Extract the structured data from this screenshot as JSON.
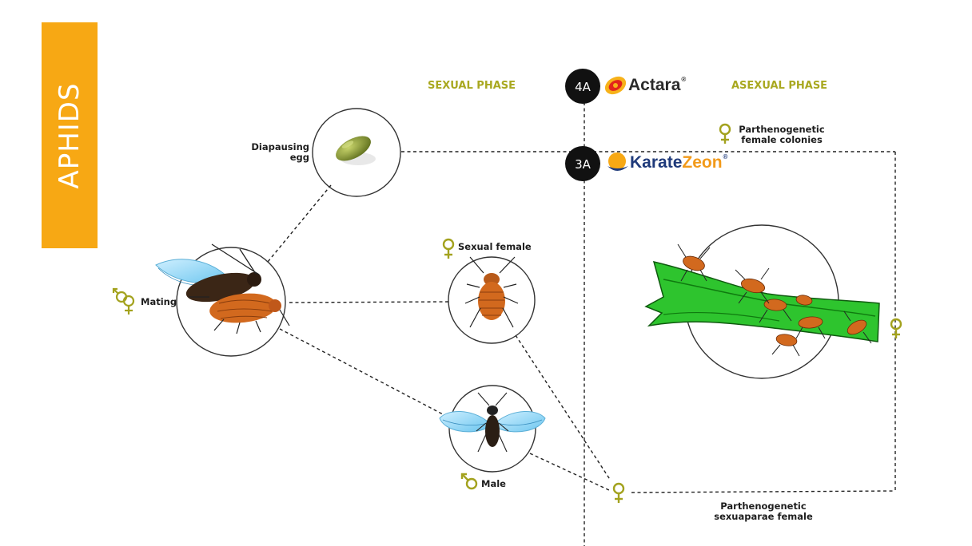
{
  "title": "APHIDS",
  "phases": {
    "sexual": "SEXUAL PHASE",
    "asexual": "ASEXUAL PHASE"
  },
  "stages": {
    "egg": {
      "line1": "Diapausing",
      "line2": "egg"
    },
    "mating": "Mating",
    "sexual_female": "Sexual female",
    "male": "Male",
    "colonies": {
      "line1": "Parthenogenetic",
      "line2": "female colonies"
    },
    "sexuparae": {
      "line1": "Parthenogenetic",
      "line2": "sexuaparae female"
    }
  },
  "products": [
    {
      "code": "4A",
      "name": "Actara",
      "reg": "®"
    },
    {
      "code": "3A",
      "name_part1": "Karate",
      "name_part2": "Zeon",
      "reg": "®"
    }
  ],
  "colors": {
    "banner": "#F7A814",
    "phase_text": "#A9A820",
    "symbol": "#A3A21E",
    "badge": "#111111"
  }
}
